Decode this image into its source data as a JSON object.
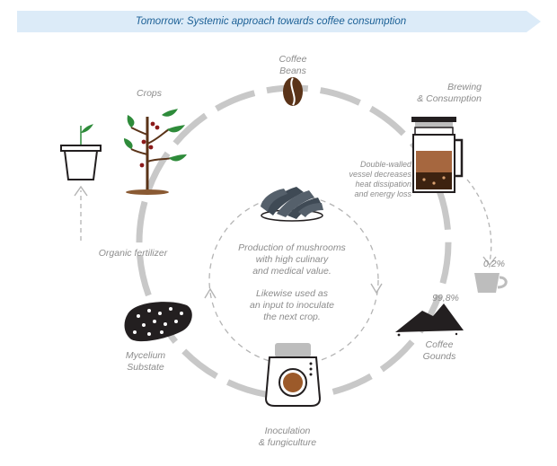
{
  "banner": {
    "title": "Tomorrow: Systemic approach towards coffee consumption",
    "color": "#dcebf8",
    "text_color": "#1a5f95"
  },
  "nodes": {
    "coffee_beans": "Coffee\nBeans",
    "brewing": "Brewing\n& Consumption",
    "vessel_note": "Double-walled\nvessel decreases\nheat dissipation\nand energy loss",
    "cup_percent": "0,2%",
    "grounds_percent": "99,8%",
    "coffee_grounds": "Coffee\nGounds",
    "inoculation": "Inoculation\n& fungiculture",
    "mycelium": "Mycelium\nSubstate",
    "organic_fertilizer": "Organic fertilizer",
    "crops": "Crops"
  },
  "center": {
    "mushrooms_text": "Production of mushrooms\nwith high culinary\nand medical value.",
    "inoculate_text": "Likewise used as\nan input to inoculate\nthe next crop."
  },
  "colors": {
    "cycle_arrow": "#c8c8c8",
    "dashed": "#b4b4b4",
    "label": "#8c8c8c",
    "dark": "#231f20",
    "brown": "#5a3318",
    "green": "#2e8b3a"
  },
  "icons": [
    "coffee-bean-icon",
    "french-press-icon",
    "cup-icon",
    "grounds-pile-icon",
    "incubator-jar-icon",
    "mycelium-block-icon",
    "flower-pot-icon",
    "coffee-plant-icon",
    "mushrooms-icon"
  ]
}
